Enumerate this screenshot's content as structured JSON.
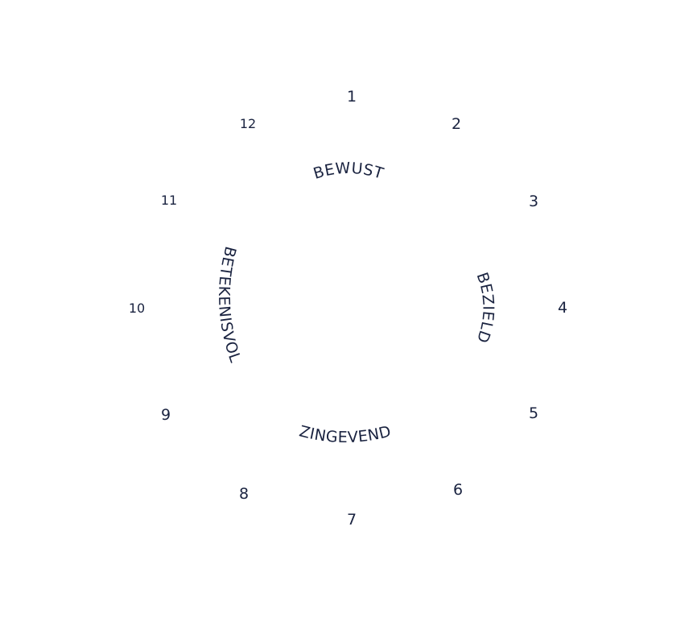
{
  "colors": {
    "ink": "#1a2340",
    "background": "#ffffff"
  },
  "wheel": {
    "numbers": [
      "1",
      "2",
      "3",
      "4",
      "5",
      "6",
      "7",
      "8",
      "9",
      "10",
      "11",
      "12"
    ],
    "words": {
      "top": "BEWUST",
      "right": "BEZIELD",
      "bottom": "ZINGEVEND",
      "left": "BETEKENISVOL"
    }
  }
}
